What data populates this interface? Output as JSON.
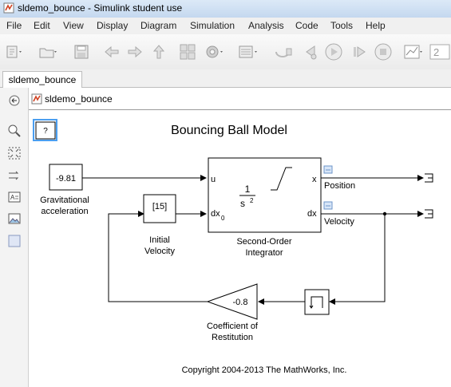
{
  "window": {
    "title": "sldemo_bounce - Simulink student use"
  },
  "menu": [
    "File",
    "Edit",
    "View",
    "Display",
    "Diagram",
    "Simulation",
    "Analysis",
    "Code",
    "Tools",
    "Help"
  ],
  "tab": {
    "label": "sldemo_bounce"
  },
  "explorer": {
    "path": "sldemo_bounce"
  },
  "model": {
    "title": "Bouncing Ball Model",
    "help_label": "?",
    "gravity": {
      "value": "-9.81",
      "label1": "Gravitational",
      "label2": "acceleration"
    },
    "initial_velocity": {
      "value": "[15]",
      "label1": "Initial",
      "label2": "Velocity"
    },
    "integrator": {
      "port_u": "u",
      "port_dx0": "dx",
      "port_dx0_sub": "0",
      "port_x": "x",
      "port_dx": "dx",
      "num": "1",
      "den": "s",
      "den_exp": "2",
      "label1": "Second-Order",
      "label2": "Integrator"
    },
    "position_label": "Position",
    "velocity_label": "Velocity",
    "gain": {
      "value": "-0.8",
      "label1": "Coefficient of",
      "label2": "Restitution"
    },
    "copyright": "Copyright 2004-2013 The MathWorks, Inc."
  },
  "colors": {
    "accent": "#3399ff",
    "line": "#000000",
    "scope_blue": "#9ec4f0"
  }
}
